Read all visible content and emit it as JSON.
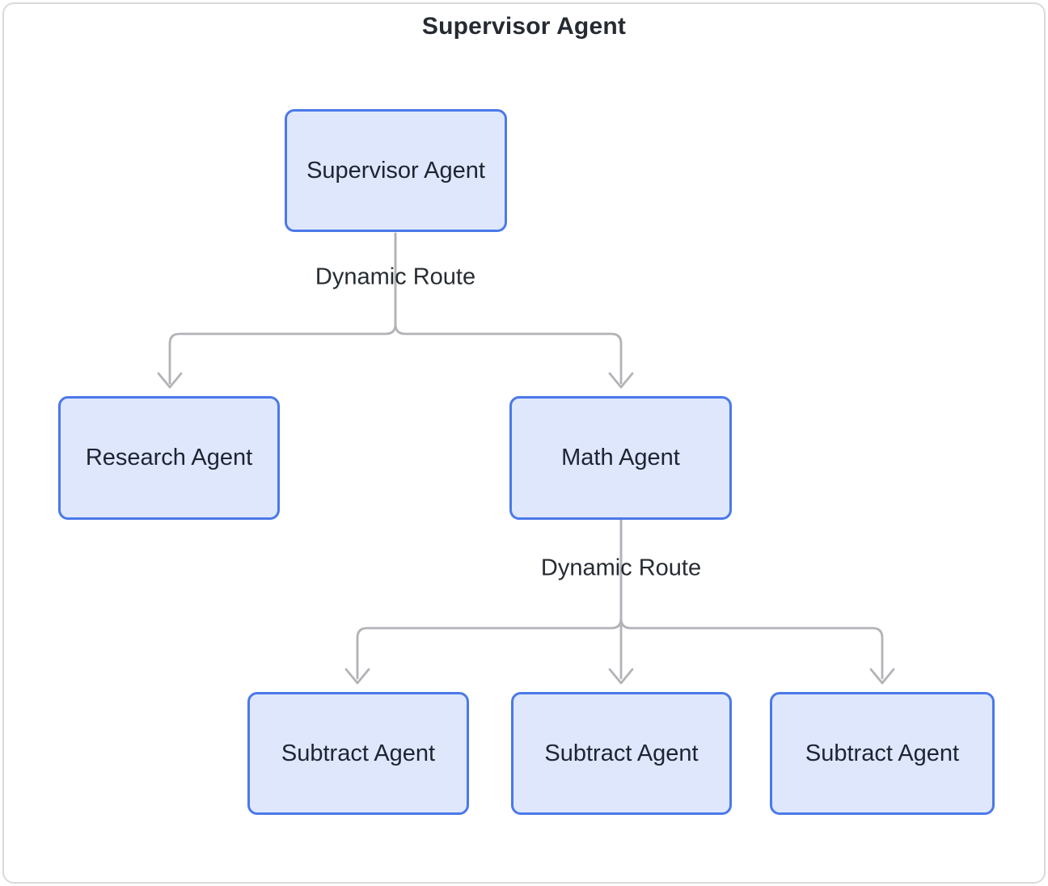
{
  "diagram": {
    "title": "Supervisor Agent",
    "nodes": [
      {
        "id": "supervisor",
        "label": "Supervisor Agent"
      },
      {
        "id": "research",
        "label": "Research Agent"
      },
      {
        "id": "math",
        "label": "Math Agent"
      },
      {
        "id": "subtract-1",
        "label": "Subtract Agent"
      },
      {
        "id": "subtract-2",
        "label": "Subtract Agent"
      },
      {
        "id": "subtract-3",
        "label": "Subtract Agent"
      }
    ],
    "edge_labels": [
      {
        "text": "Dynamic Route"
      },
      {
        "text": "Dynamic Route"
      }
    ],
    "edges": [
      {
        "from": "supervisor",
        "to": "research",
        "label": "Dynamic Route"
      },
      {
        "from": "supervisor",
        "to": "math",
        "label": "Dynamic Route"
      },
      {
        "from": "math",
        "to": "subtract-1",
        "label": "Dynamic Route"
      },
      {
        "from": "math",
        "to": "subtract-2",
        "label": "Dynamic Route"
      },
      {
        "from": "math",
        "to": "subtract-3",
        "label": "Dynamic Route"
      }
    ],
    "colors": {
      "node_fill": "#dee7fb",
      "node_border": "#4b79e9",
      "node_text": "#1d2433",
      "edge_line": "#b2b3b7",
      "title_text": "#262a31",
      "frame_border": "#d9dadd",
      "background": "#ffffff"
    }
  }
}
